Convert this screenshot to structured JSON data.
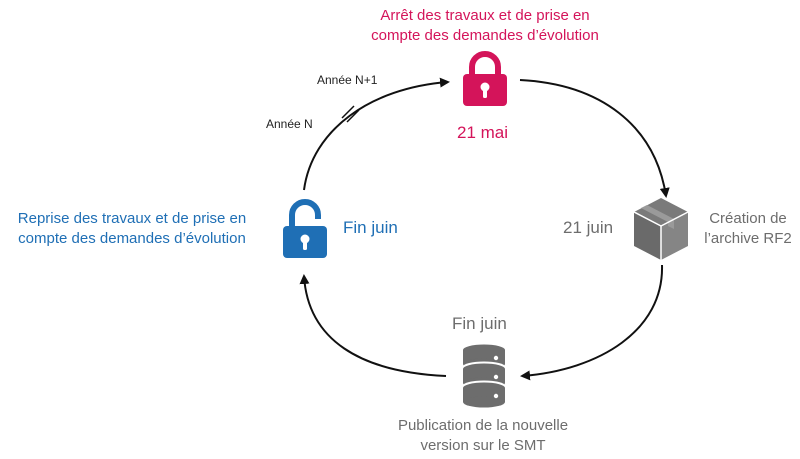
{
  "top": {
    "line1": "Arrêt des travaux et de prise en",
    "line2": "compte des demandes d’évolution",
    "date": "21 mai",
    "color": "#d4145a",
    "icon": "locked-padlock-icon"
  },
  "left": {
    "line1": "Reprise des travaux et de prise en",
    "line2": "compte des demandes d’évolution",
    "date": "Fin juin",
    "color": "#1f6fb5",
    "icon": "unlocked-padlock-icon"
  },
  "right": {
    "line1": "Création de",
    "line2": "l’archive RF2",
    "date": "21 juin",
    "color": "#6d6d6d",
    "icon": "package-box-icon"
  },
  "bottom": {
    "line1": "Publication de la nouvelle",
    "line2": "version sur le SMT",
    "date": "Fin juin",
    "color": "#6d6d6d",
    "icon": "database-icon"
  },
  "year_labels": {
    "next": "Année N+1",
    "current": "Année N"
  }
}
